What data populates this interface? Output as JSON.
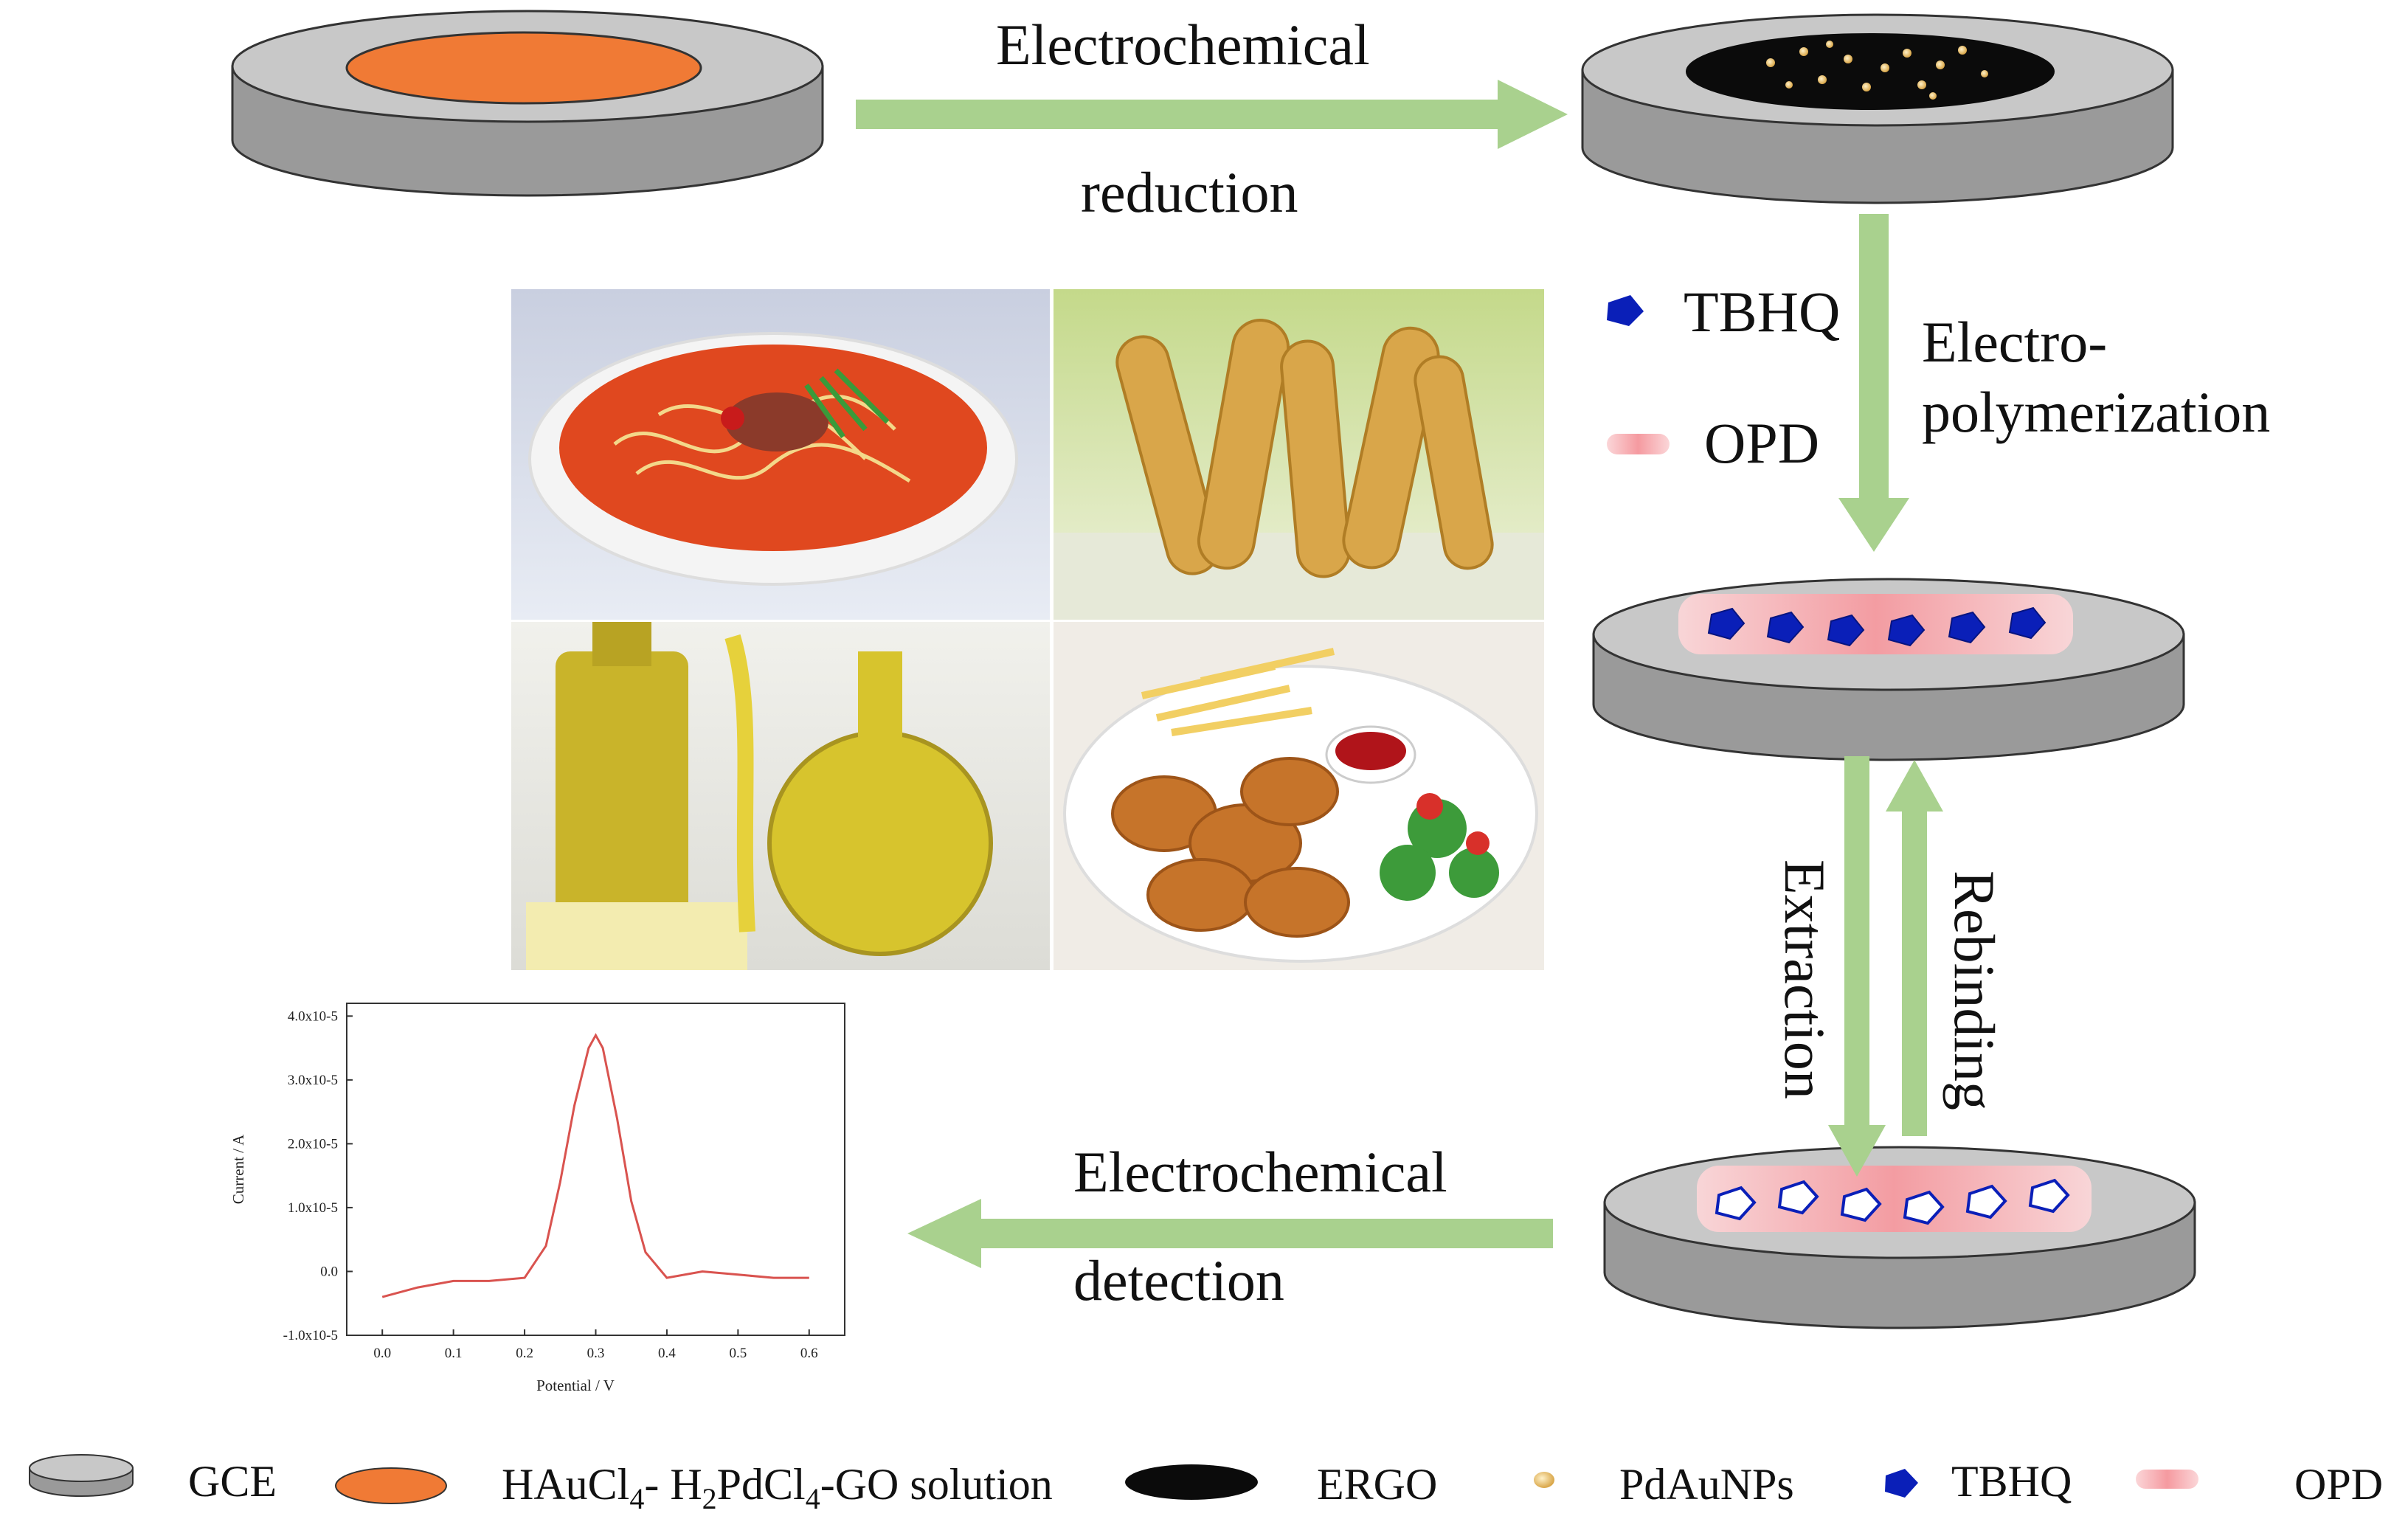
{
  "labels": {
    "step1_top": "Electrochemical",
    "step1_bottom": "reduction",
    "tbhq": "TBHQ",
    "opd": "OPD",
    "step2_line1": "Electro-",
    "step2_line2": "polymerization",
    "extraction": "Extraction",
    "rebinding": "Rebinding",
    "step4_top": "Electrochemical",
    "step4_bottom": "detection"
  },
  "legend": {
    "gce": "GCE",
    "solution_parts": [
      "HAuCl",
      "4",
      "- H",
      "2",
      "PdCl",
      "4",
      "-GO solution"
    ],
    "ergo": "ERGO",
    "pdau": "PdAuNPs",
    "tbhq": "TBHQ",
    "opd": "OPD"
  },
  "colors": {
    "arrow": "#a9d18e",
    "electrode_side": "#9a9a9a",
    "electrode_top": "#c8c8c8",
    "solution": "#f07a35",
    "ergo": "#0b0b0b",
    "nanoparticle": "#e8c27a",
    "tbhq": "#0a1fb8",
    "opd": "#f6a3a8",
    "curve": "#d9534f"
  },
  "chart_data": {
    "type": "line",
    "title": "",
    "xlabel": "Potential / V",
    "ylabel": "Current / A",
    "xlim": [
      -0.05,
      0.65
    ],
    "ylim": [
      -1e-05,
      4.2e-05
    ],
    "x_ticks": [
      "0.0",
      "0.1",
      "0.2",
      "0.3",
      "0.4",
      "0.5",
      "0.6"
    ],
    "y_ticks": [
      "-1.0x10-5",
      "0.0",
      "1.0x10-5",
      "2.0x10-5",
      "3.0x10-5",
      "4.0x10-5"
    ],
    "series": [
      {
        "x": [
          0.0,
          0.05,
          0.1,
          0.15,
          0.2,
          0.23,
          0.25,
          0.27,
          0.29,
          0.3,
          0.31,
          0.33,
          0.35,
          0.37,
          0.4,
          0.45,
          0.5,
          0.55,
          0.6
        ],
        "y": [
          -4e-06,
          -2.5e-06,
          -1.5e-06,
          -1.5e-06,
          -1e-06,
          4e-06,
          1.4e-05,
          2.6e-05,
          3.5e-05,
          3.7e-05,
          3.5e-05,
          2.4e-05,
          1.1e-05,
          3e-06,
          -1e-06,
          0.0,
          -5e-07,
          -1e-06,
          -1e-06
        ]
      }
    ]
  }
}
